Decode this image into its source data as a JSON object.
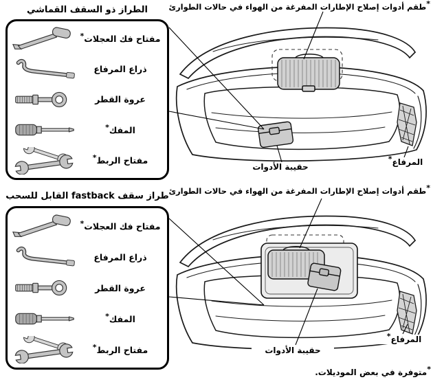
{
  "colors": {
    "line": "#1a1a1a",
    "tool_fill": "#c4c4c4",
    "kit_fill": "#d2d2d2"
  },
  "footnote": {
    "star": "*",
    "label": "متوفرة في بعض الموديلات."
  },
  "sections": [
    {
      "title": "الطراز ذو السقف القماشي",
      "tools": [
        {
          "icon": "lug-wrench-icon",
          "label": "مفتاح فك العجلات",
          "star": "*"
        },
        {
          "icon": "jack-handle-icon",
          "label": "ذراع المرفاع",
          "star": ""
        },
        {
          "icon": "tow-hook-icon",
          "label": "عروة القطر",
          "star": ""
        },
        {
          "icon": "screwdriver-icon",
          "label": "المفك",
          "star": "*"
        },
        {
          "icon": "spanner-icon",
          "label": "مفتاح الربط",
          "star": "*"
        }
      ],
      "callouts": {
        "repair_kit": {
          "star": "*",
          "label": "طقم أدوات إصلاح الإطارات المفرغة من الهواء في حالات الطوارئ"
        },
        "tool_bag": {
          "label": "حقيبة الأدوات"
        },
        "jack": {
          "label": "المرفاع",
          "star": "*"
        }
      }
    },
    {
      "title": "طراز سقف fastback القابل للسحب",
      "tools": [
        {
          "icon": "lug-wrench-icon",
          "label": "مفتاح فك العجلات",
          "star": "*"
        },
        {
          "icon": "jack-handle-icon",
          "label": "ذراع المرفاع",
          "star": ""
        },
        {
          "icon": "tow-hook-icon",
          "label": "عروة القطر",
          "star": ""
        },
        {
          "icon": "screwdriver-icon",
          "label": "المفك",
          "star": "*"
        },
        {
          "icon": "spanner-icon",
          "label": "مفتاح الربط",
          "star": "*"
        }
      ],
      "callouts": {
        "repair_kit": {
          "star": "*",
          "label": "طقم أدوات إصلاح الإطارات المفرغة من الهواء في حالات الطوارئ"
        },
        "tool_bag": {
          "label": "حقيبة الأدوات"
        },
        "jack": {
          "label": "المرفاع",
          "star": "*"
        }
      }
    }
  ]
}
